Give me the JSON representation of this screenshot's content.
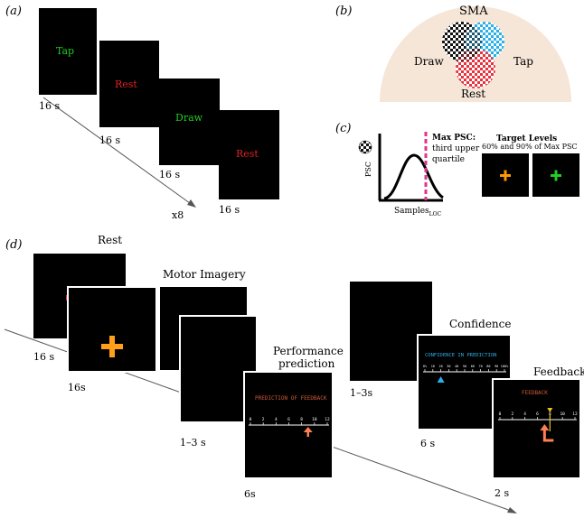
{
  "panel_a": {
    "letter": "(a)",
    "screens": [
      {
        "word": "Tap",
        "color": "#22cc22",
        "duration": "16 s"
      },
      {
        "word": "Rest",
        "color": "#dd2222",
        "duration": "16 s"
      },
      {
        "word": "Draw",
        "color": "#22cc22",
        "duration": "16 s"
      },
      {
        "word": "Rest",
        "color": "#dd2222",
        "duration": "16 s"
      }
    ],
    "repeat": "x8"
  },
  "panel_b": {
    "letter": "(b)",
    "title": "SMA",
    "labels": {
      "draw": "Draw",
      "tap": "Tap",
      "rest": "Rest"
    },
    "colors": {
      "background": "#f6e6d8",
      "tap": "#2ab0e8",
      "rest": "#e8323c",
      "draw": "#111111"
    }
  },
  "panel_c": {
    "letter": "(c)",
    "ylabel": "PSC",
    "xlabel_main": "Samples",
    "xlabel_sub": "LOC",
    "annotation": {
      "title": "Max PSC:",
      "line1": "third upper",
      "line2": "quartile"
    },
    "target_title": "Target Levels",
    "target_sub": "60% and 90% of Max PSC",
    "targets": [
      {
        "level": "60%",
        "cross_color": "#ff9900"
      },
      {
        "level": "90%",
        "cross_color": "#22cc22"
      }
    ],
    "marker_color": "#e0338c"
  },
  "panel_d": {
    "letter": "(d)",
    "stages": {
      "rest": {
        "label": "Rest",
        "duration": "16 s",
        "cross_color": "#ee2222"
      },
      "imagery_label": "Motor Imagery",
      "imagery_cross_colors": [
        "#ff9f1a",
        "#22cc22"
      ],
      "imagery_duration": "16s",
      "prediction": {
        "label_line1": "Performance",
        "label_line2": "prediction",
        "jitter": "1–3 s",
        "screen_text": "PREDICTION OF FEEDBACK",
        "duration": "6s",
        "value": 9
      },
      "jitter2": "1–3s",
      "confidence": {
        "label": "Confidence",
        "screen_text": "CONFIDENCE IN PREDICTION",
        "duration": "6 s",
        "value_percent": 20
      },
      "feedback": {
        "label": "Feedback",
        "screen_text": "FEEDBACK",
        "duration": "2 s",
        "value": 8
      }
    },
    "scale_ticks": [
      "0",
      "2",
      "4",
      "6",
      "8",
      "10",
      "12"
    ],
    "confidence_ticks": [
      "0%",
      "10",
      "20",
      "30",
      "40",
      "50",
      "60",
      "70",
      "80",
      "90",
      "100%"
    ]
  }
}
